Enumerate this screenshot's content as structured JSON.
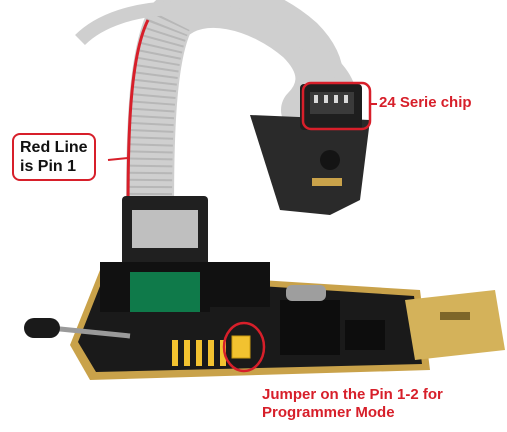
{
  "photo": {
    "subject": "usb-eeprom-programmer-with-soic8-test-clip",
    "colors": {
      "annotation_red": "#d71f2a",
      "ribbon_cable": "#cfcfcf",
      "pcb": "#1a1a1a",
      "pcb_gold_edge": "#c9a24a",
      "usb_plug": "#d4b25a",
      "clip_body": "#2a2a2a",
      "jumper_yellow": "#f2c230"
    }
  },
  "callouts": {
    "pin1": {
      "line1": "Red Line",
      "line2": "is Pin 1"
    },
    "chip": {
      "label": "24 Serie chip"
    },
    "jumper": {
      "line1": "Jumper on the Pin 1-2 for",
      "line2": "Programmer Mode"
    }
  }
}
